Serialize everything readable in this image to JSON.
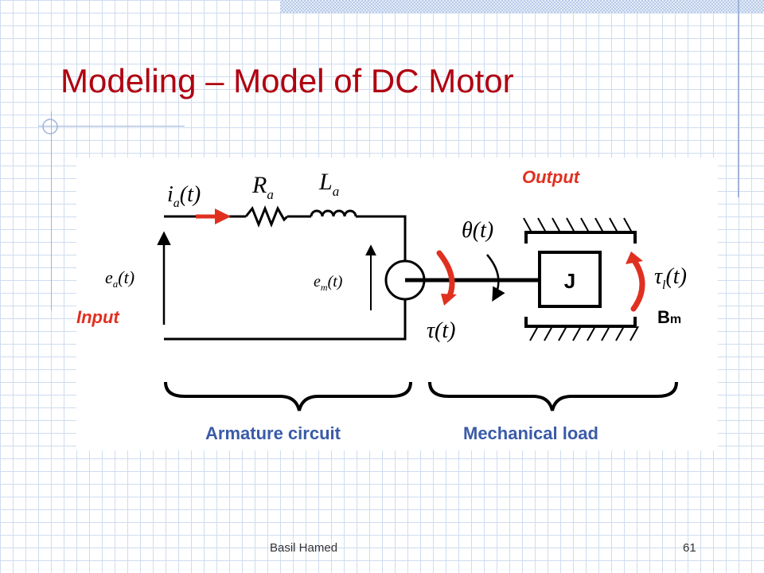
{
  "slide": {
    "title": "Modeling – Model of DC Motor",
    "footer_author": "Basil Hamed",
    "page_number": "61"
  },
  "colors": {
    "title": "#b00010",
    "grid": "#cfdcf0",
    "callout_red": "#e03020",
    "label_blue": "#3a5ba8"
  },
  "diagram": {
    "current": {
      "sym": "i",
      "sub": "a",
      "arg": "(t)"
    },
    "resistor": {
      "sym": "R",
      "sub": "a"
    },
    "inductor": {
      "sym": "L",
      "sub": "a"
    },
    "input_voltage": {
      "sym": "e",
      "sub": "a",
      "arg": "(t)"
    },
    "back_emf": {
      "sym": "e",
      "sub": "m",
      "arg": "(t)"
    },
    "angle": {
      "sym": "θ",
      "arg": "(t)"
    },
    "torque": {
      "sym": "τ",
      "arg": "(t)"
    },
    "load_torque": {
      "sym": "τ",
      "sub": "l",
      "arg": "(t)"
    },
    "inertia": "J",
    "damping": {
      "sym": "B",
      "sub": "m"
    },
    "input_label": "Input",
    "output_label": "Output",
    "armature_label": "Armature circuit",
    "mechanical_label": "Mechanical load"
  }
}
